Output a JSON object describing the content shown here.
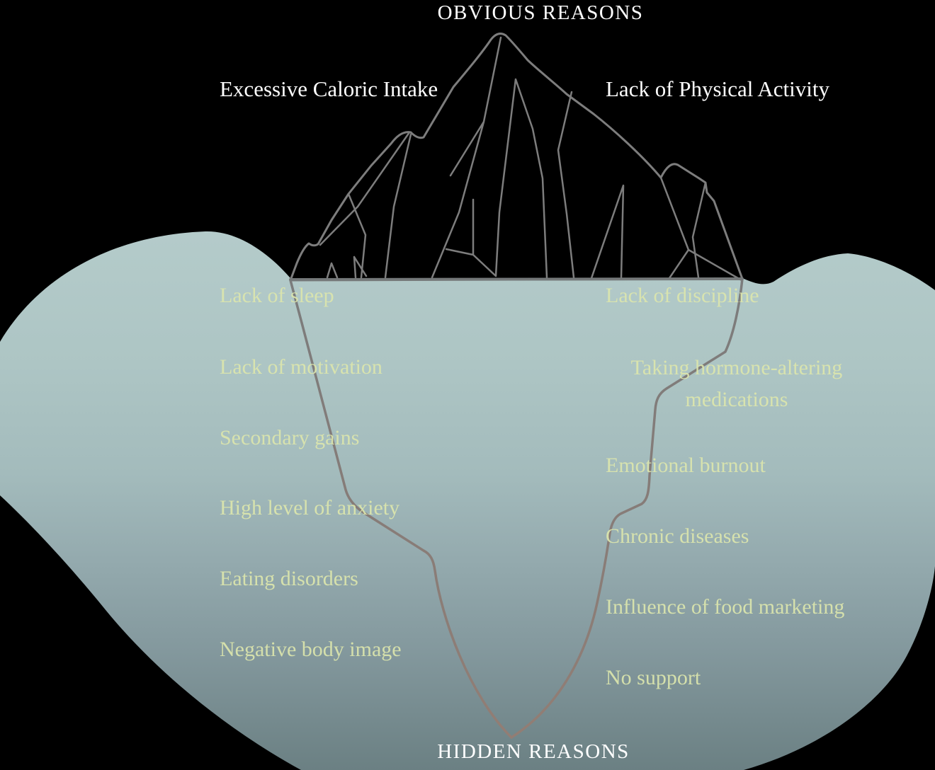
{
  "diagram": {
    "title_top": "OBVIOUS REASONS",
    "title_bottom": "HIDDEN REASONS",
    "obvious_left": "Excessive Caloric Intake",
    "obvious_right": "Lack of Physical Activity",
    "hidden_left": [
      "Lack of sleep",
      "Lack of motivation",
      "Secondary gains",
      "High level of anxiety",
      "Eating disorders",
      "Negative body image"
    ],
    "hidden_right": [
      "Lack of discipline",
      "Taking hormone-altering medications",
      "Emotional burnout",
      "Chronic diseases",
      "Influence of food marketing",
      "No support"
    ],
    "colors": {
      "background": "#000000",
      "title_text": "#ffffff",
      "hidden_reason_text": "#dce6ad",
      "iceberg_outline": "#7d7d7d",
      "water_surface": "#b4cbca",
      "water_deep": "#6b8083"
    }
  }
}
